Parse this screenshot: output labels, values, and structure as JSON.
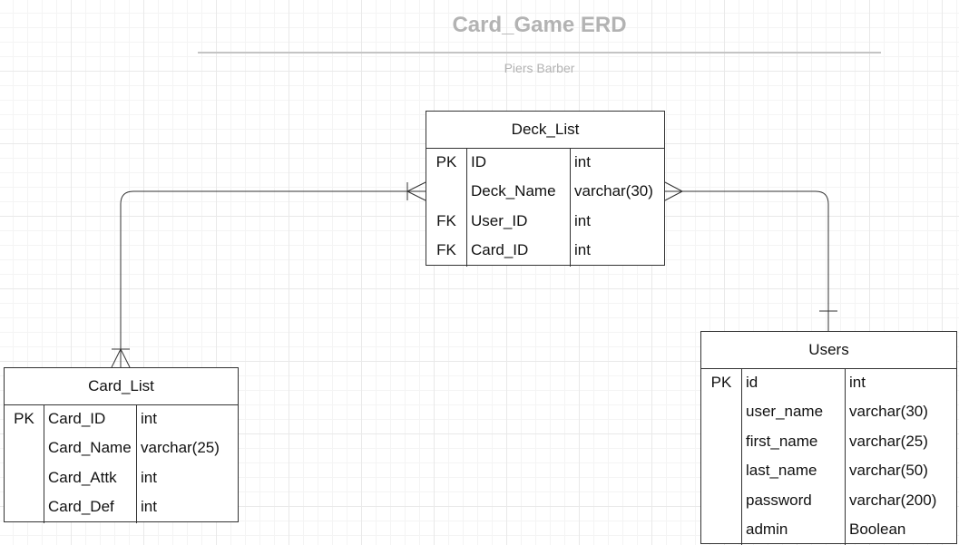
{
  "diagram": {
    "title": "Card_Game ERD",
    "author": "Piers Barber"
  },
  "entities": {
    "deck_list": {
      "name": "Deck_List",
      "rows": [
        {
          "key": "PK",
          "field": "ID",
          "type": "int"
        },
        {
          "key": "",
          "field": "Deck_Name",
          "type": "varchar(30)"
        },
        {
          "key": "FK",
          "field": "User_ID",
          "type": "int"
        },
        {
          "key": "FK",
          "field": "Card_ID",
          "type": "int"
        }
      ]
    },
    "card_list": {
      "name": "Card_List",
      "rows": [
        {
          "key": "PK",
          "field": "Card_ID",
          "type": "int"
        },
        {
          "key": "",
          "field": "Card_Name",
          "type": "varchar(25)"
        },
        {
          "key": "",
          "field": "Card_Attk",
          "type": "int"
        },
        {
          "key": "",
          "field": "Card_Def",
          "type": "int"
        }
      ]
    },
    "users": {
      "name": "Users",
      "rows": [
        {
          "key": "PK",
          "field": "id",
          "type": "int"
        },
        {
          "key": "",
          "field": "user_name",
          "type": "varchar(30)"
        },
        {
          "key": "",
          "field": "first_name",
          "type": "varchar(25)"
        },
        {
          "key": "",
          "field": "last_name",
          "type": "varchar(50)"
        },
        {
          "key": "",
          "field": "password",
          "type": "varchar(200)"
        },
        {
          "key": "",
          "field": "admin",
          "type": "Boolean"
        }
      ]
    }
  },
  "relationships": [
    {
      "from": "card_list",
      "from_cardinality": "one-or-many",
      "to": "deck_list",
      "to_cardinality": "one-or-many"
    },
    {
      "from": "users",
      "from_cardinality": "one",
      "to": "deck_list",
      "to_cardinality": "many"
    }
  ]
}
